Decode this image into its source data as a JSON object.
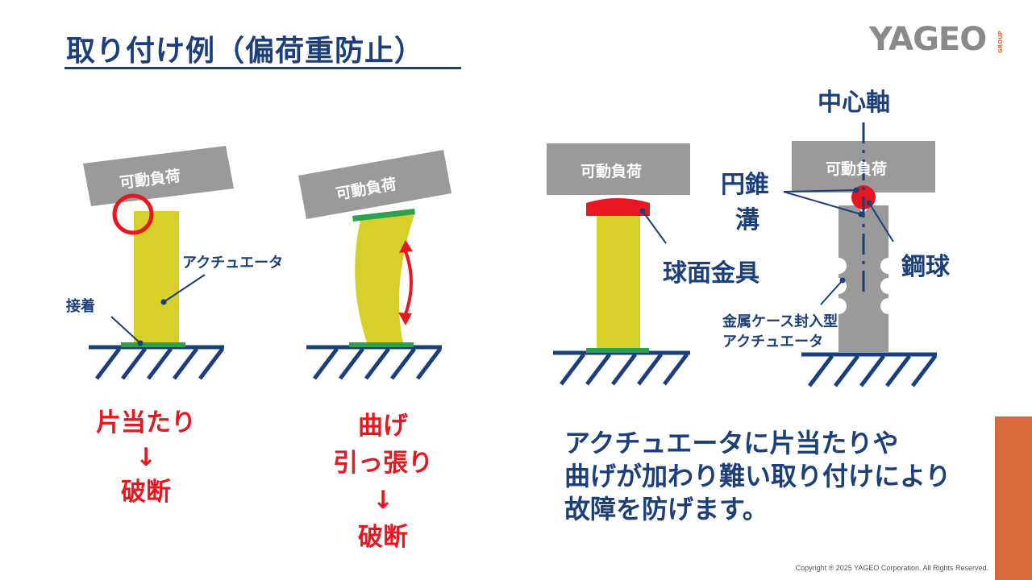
{
  "slide": {
    "title": "取り付け例（偏荷重防止）",
    "logo": {
      "text": "YAGEO",
      "sub": "GROUP"
    },
    "copyright": "Copyright ® 2025 YAGEO Corporation. All Rights Reserved.",
    "colors": {
      "navy": "#1b3f7a",
      "red": "#e8161e",
      "actuator": "#d7cf2a",
      "load": "#9a9a9a",
      "green": "#2ea24a",
      "orange": "#d9693a"
    }
  },
  "labels": {
    "load": "可動負荷",
    "actuator": "アクチュエータ",
    "adhesive": "接着",
    "spherical_fitting": "球面金具",
    "central_axis": "中心軸",
    "conical_groove_1": "円錐",
    "conical_groove_2": "溝",
    "steel_ball": "鋼球",
    "sealed_actuator_1": "金属ケース封入型",
    "sealed_actuator_2": "アクチュエータ"
  },
  "failures": {
    "one_sided": [
      "片当たり",
      "↓",
      "破断"
    ],
    "bending": [
      "曲げ",
      "引っ張り",
      "↓",
      "破断"
    ]
  },
  "summary": [
    "アクチュエータに片当たりや",
    "曲げが加わり難い取り付けにより",
    "故障を防げます。"
  ]
}
